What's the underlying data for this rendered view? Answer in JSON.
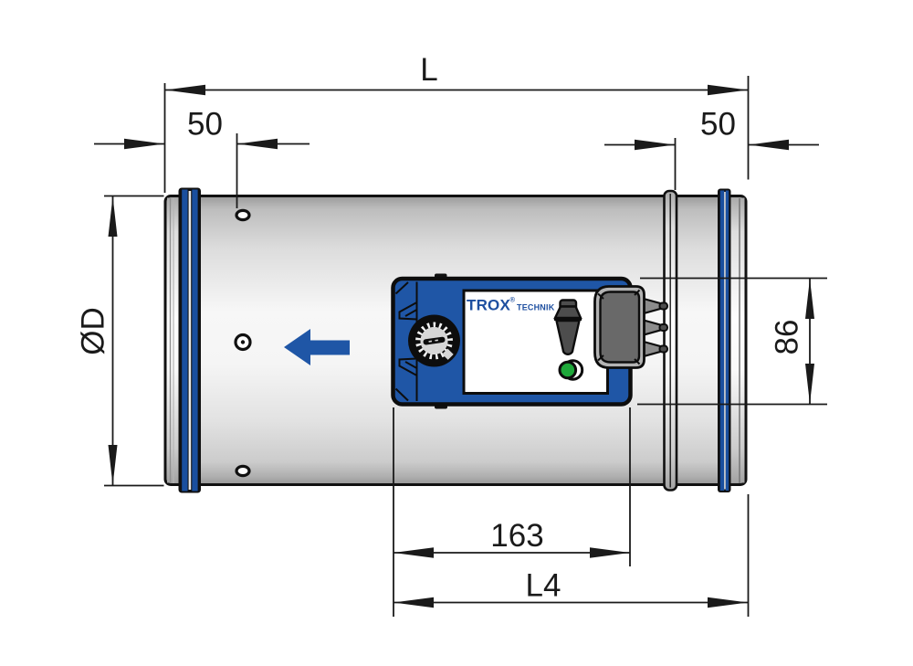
{
  "diagram": {
    "dimensions": {
      "overall_length": "L",
      "left_end_offset": "50",
      "right_end_offset": "50",
      "duct_diameter": "ØD",
      "controller_height": "86",
      "controller_length": "163",
      "casing_length": "L4"
    },
    "brand": {
      "name": "TROX",
      "registered_mark": "®",
      "suffix": "TECHNIK"
    },
    "colors": {
      "brand_blue": "#1f56a6",
      "seal_blue": "#1a4f9e",
      "logo_blue": "#1e4fa0",
      "led_green": "#1ea83a",
      "line_black": "#1a1a1a",
      "connector_face_gray": "#696969",
      "connector_rim_gray": "#b3b3b3",
      "lever_gray": "#4d4d4d",
      "background": "#ffffff"
    }
  }
}
